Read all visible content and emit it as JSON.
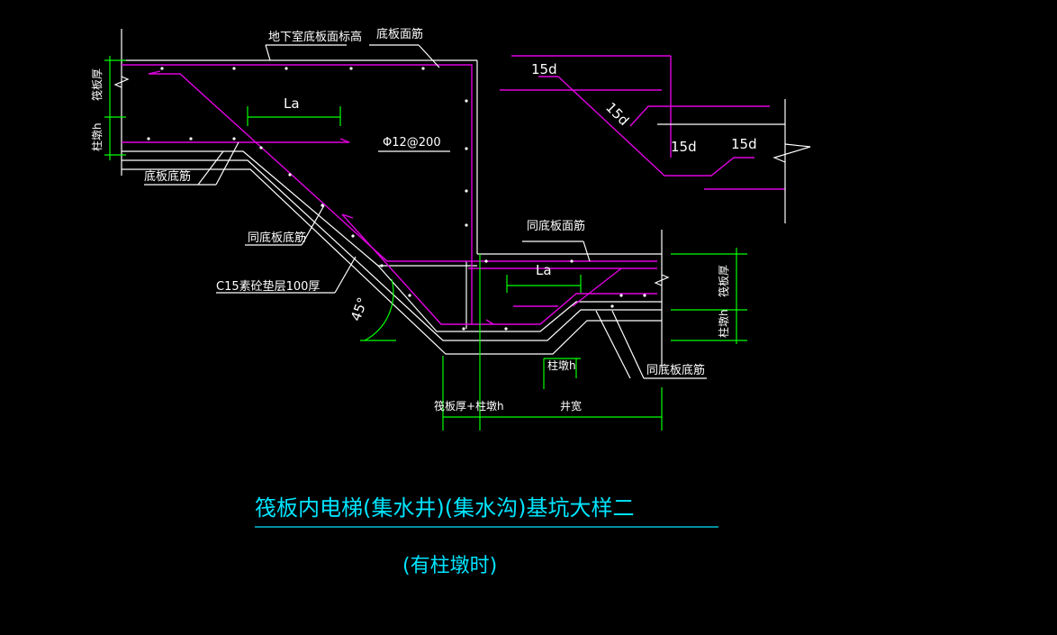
{
  "colors": {
    "background": "#000000",
    "concrete_line": "#ffffff",
    "rebar": "#e000e0",
    "dimension": "#00ff00",
    "title": "#00e5ff"
  },
  "labels": {
    "basement_floor_elevation": "地下室底板面标高",
    "slab_top_rebar": "底板面筋",
    "slab_bottom_rebar": "底板底筋",
    "same_as_slab_bottom_rebar_left": "同底板底筋",
    "same_as_slab_top_rebar": "同底板面筋",
    "same_as_slab_bottom_rebar_right": "同底板底筋",
    "cushion_layer": "C15素砼垫层100厚",
    "rebar_spec": "Φ12@200",
    "angle": "45°",
    "la_upper": "La",
    "la_lower": "La",
    "left_raft_thickness": "筏板厚",
    "left_pier_height": "柱墩h",
    "right_raft_thickness": "筏板厚",
    "right_pier_height": "柱墩h",
    "pier_height_bottom": "柱墩h",
    "raft_plus_pier": "筏板厚+柱墩h",
    "pit_width": "井宽",
    "detail_15d_top": "15d",
    "detail_15d_diag": "15d",
    "detail_15d_mid": "15d",
    "detail_15d_right": "15d"
  },
  "title": "筏板内电梯(集水井)(集水沟)基坑大样二",
  "subtitle": "(有柱墩时)"
}
